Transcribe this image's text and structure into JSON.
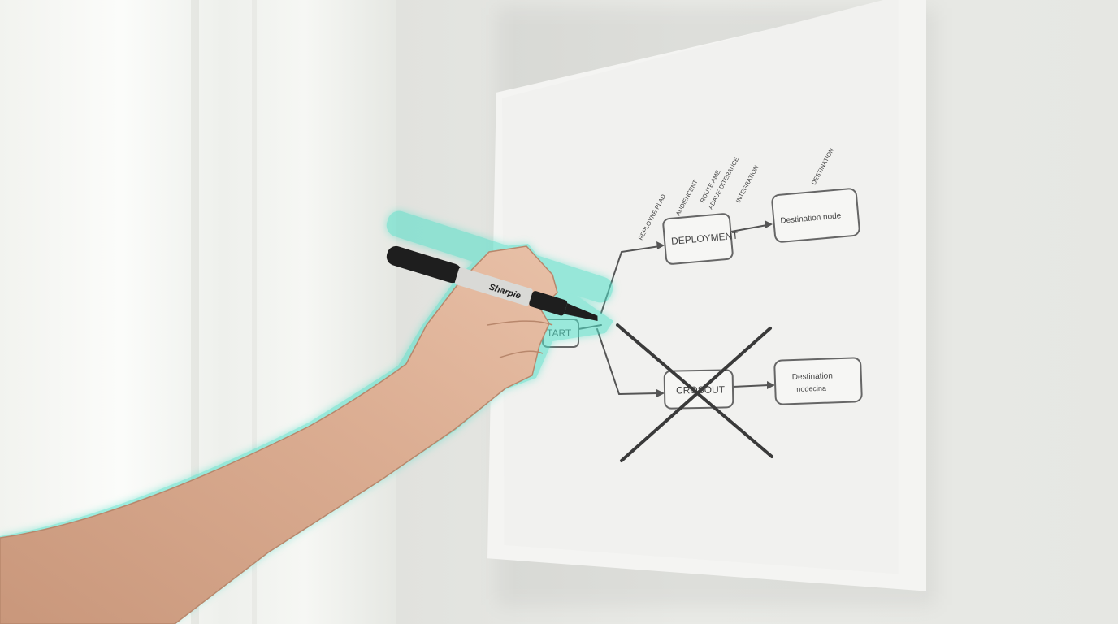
{
  "diagram": {
    "nodes": {
      "start": "TART",
      "deployment": "DEPLOYMENT",
      "crossout": "CROSOUT",
      "destination_top": "Destination node",
      "destination_bottom_line1": "Destination",
      "destination_bottom_line2": "nodecina"
    },
    "annotations": {
      "branch_1": "REPLOYNE PLAD",
      "branch_2": "AUDIENCENT",
      "branch_3_line1": "ROUTE AME",
      "branch_3_line2": "ADAUE DITERANCE",
      "branch_4": "INTEGRATION",
      "branch_5": "DESTINATION"
    }
  },
  "marker": {
    "brand": "Sharpie"
  },
  "colors": {
    "wall": "#e6e7e3",
    "paper": "#f1f1ef",
    "ink": "#444444",
    "marker_glow": "#4fe0c8",
    "skin": "#d8a98d"
  }
}
